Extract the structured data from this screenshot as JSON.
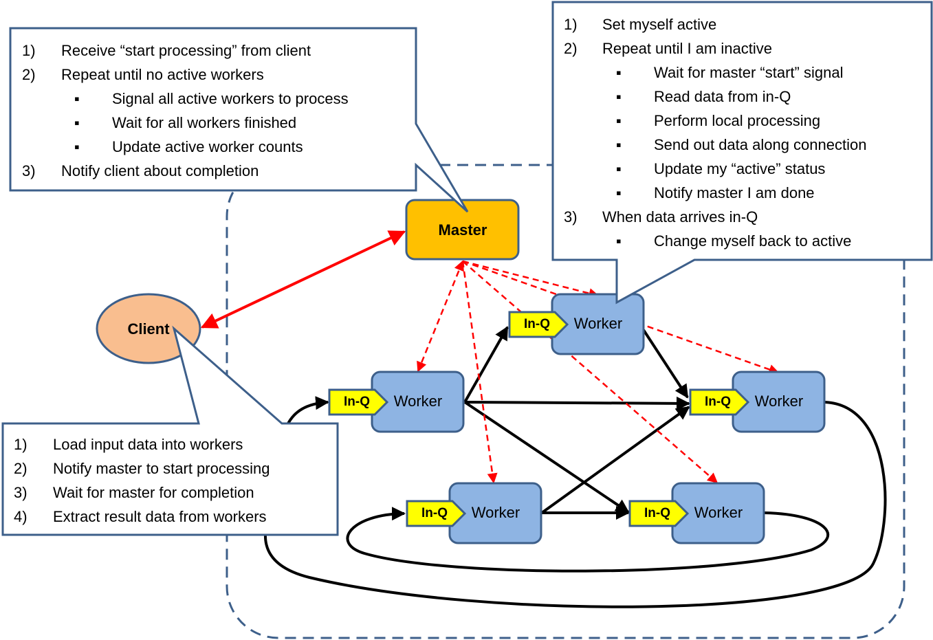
{
  "colors": {
    "master_fill": "#ffc000",
    "client_fill": "#f9be8f",
    "worker_fill": "#8eb4e3",
    "inq_fill": "#ffff00",
    "outline": "#3d5f8a",
    "control_arrow": "#ff0000",
    "data_arrow": "#000000"
  },
  "nodes": {
    "master": "Master",
    "client": "Client",
    "worker": "Worker",
    "inq": "In-Q"
  },
  "master_callout": [
    {
      "marker": "1)",
      "text": "Receive “start processing” from client"
    },
    {
      "marker": "2)",
      "text": "Repeat until no active workers"
    },
    {
      "marker": "▪",
      "text": "Signal all active workers to process"
    },
    {
      "marker": "▪",
      "text": "Wait for all workers finished"
    },
    {
      "marker": "▪",
      "text": "Update active worker counts"
    },
    {
      "marker": "3)",
      "text": "Notify client about completion"
    }
  ],
  "worker_callout": [
    {
      "marker": "1)",
      "text": "Set myself active"
    },
    {
      "marker": "2)",
      "text": "Repeat until I am inactive"
    },
    {
      "marker": "▪",
      "text": "Wait for master “start” signal"
    },
    {
      "marker": "▪",
      "text": "Read data from in-Q"
    },
    {
      "marker": "▪",
      "text": "Perform local processing"
    },
    {
      "marker": "▪",
      "text": "Send out data along connection"
    },
    {
      "marker": "▪",
      "text": "Update my “active” status"
    },
    {
      "marker": "▪",
      "text": "Notify master I am done"
    },
    {
      "marker": "3)",
      "text": "When data arrives in-Q"
    },
    {
      "marker": "▪",
      "text": "Change myself back to active"
    }
  ],
  "client_callout": [
    {
      "marker": "1)",
      "text": "Load input data into workers"
    },
    {
      "marker": "2)",
      "text": "Notify master to start processing"
    },
    {
      "marker": "3)",
      "text": "Wait for master for completion"
    },
    {
      "marker": "4)",
      "text": "Extract result data from workers"
    }
  ]
}
